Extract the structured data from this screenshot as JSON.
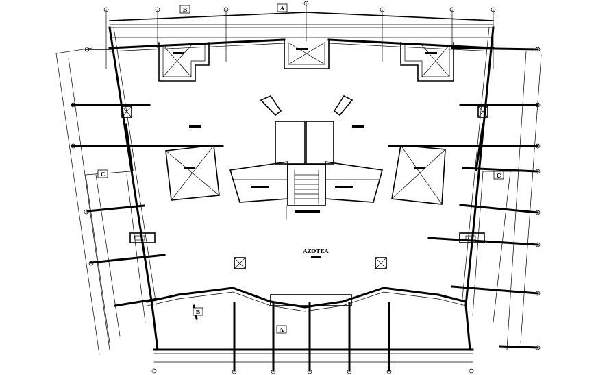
{
  "drawing": {
    "roof_label": "AZOTEA"
  },
  "section_markers": {
    "a_top": "A",
    "a_bottom": "A",
    "b_top": "B",
    "b_bottom": "B",
    "c_left": "C",
    "c_right": "C"
  }
}
